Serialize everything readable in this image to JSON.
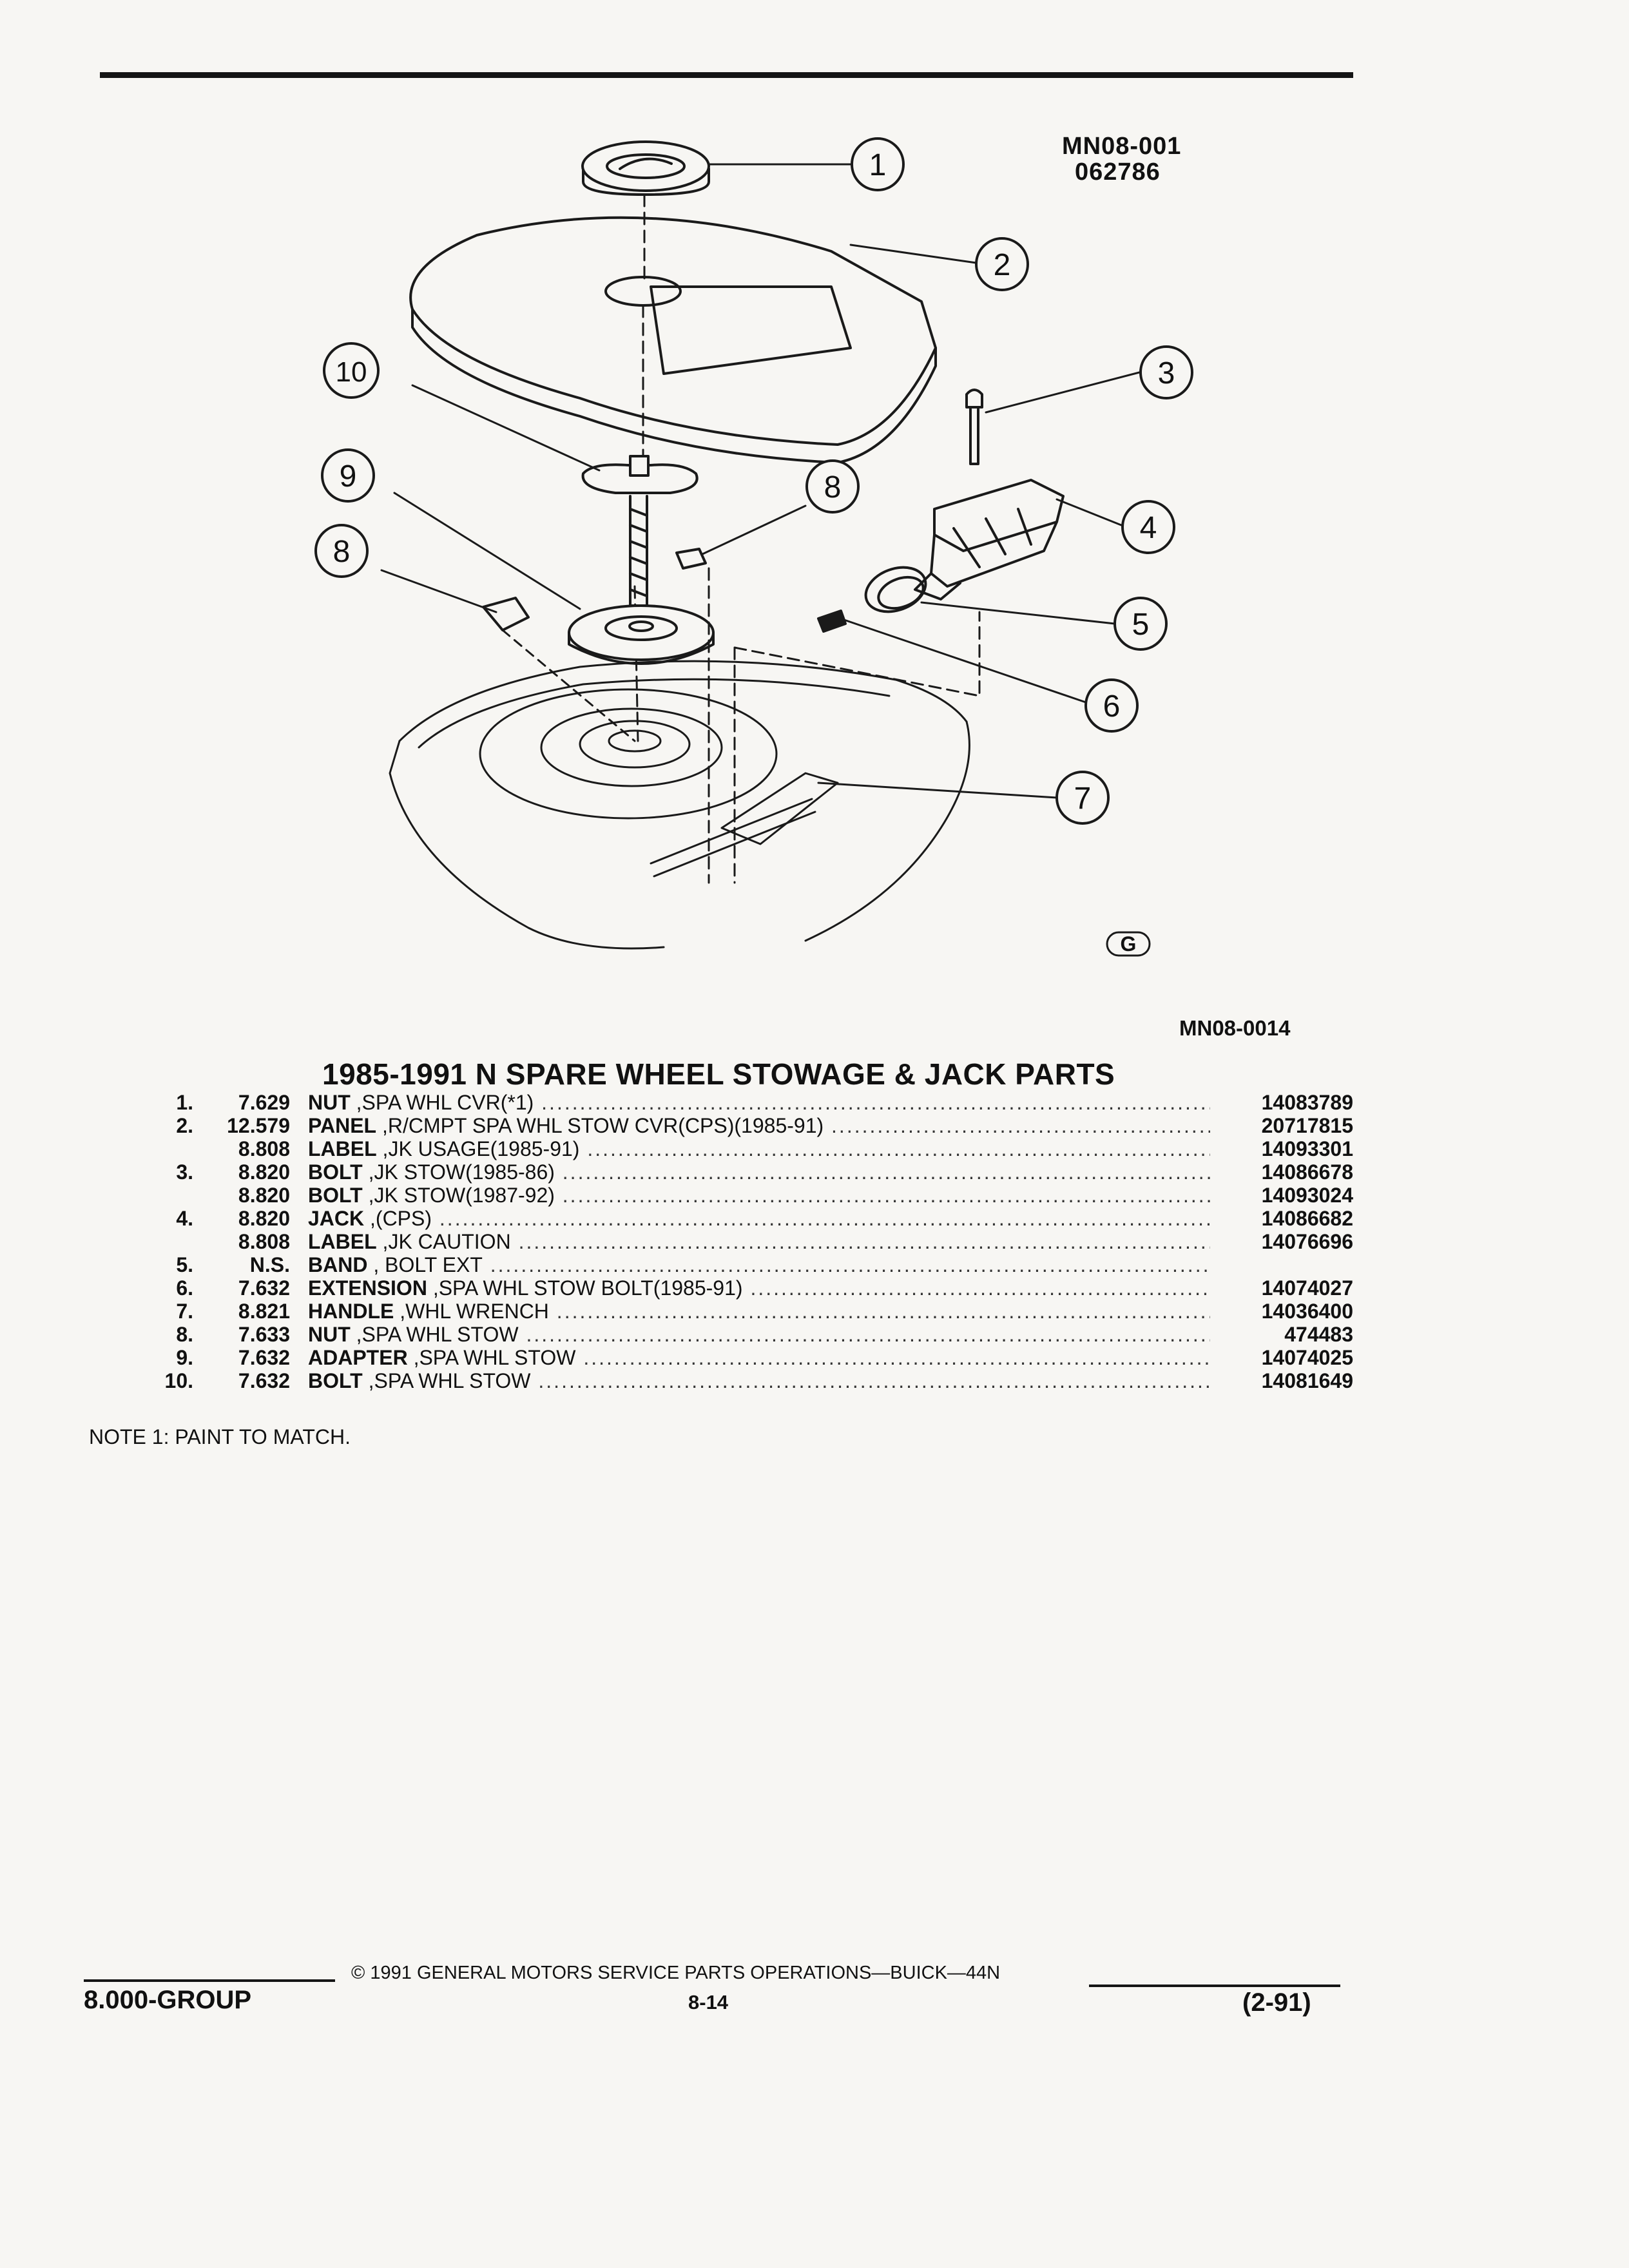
{
  "figure": {
    "code_line1": "MN08-001",
    "code_line2": "062786",
    "figure_id": "MN08-0014",
    "logo_letter": "G",
    "callouts": [
      "1",
      "2",
      "3",
      "4",
      "5",
      "6",
      "7",
      "8",
      "8",
      "9",
      "10"
    ]
  },
  "title": "1985-1991 N SPARE WHEEL STOWAGE & JACK PARTS",
  "parts": [
    {
      "num": "1.",
      "code": "7.629",
      "name": "NUT",
      "desc": ",SPA WHL CVR(*1)",
      "pn": "14083789"
    },
    {
      "num": "2.",
      "code": "12.579",
      "name": "PANEL",
      "desc": ",R/CMPT SPA WHL STOW CVR(CPS)(1985-91)",
      "pn": "20717815"
    },
    {
      "num": "",
      "code": "8.808",
      "name": "LABEL",
      "desc": ",JK USAGE(1985-91)",
      "pn": "14093301"
    },
    {
      "num": "3.",
      "code": "8.820",
      "name": "BOLT",
      "desc": ",JK STOW(1985-86)",
      "pn": "14086678"
    },
    {
      "num": "",
      "code": "8.820",
      "name": "BOLT",
      "desc": ",JK STOW(1987-92)",
      "pn": "14093024"
    },
    {
      "num": "4.",
      "code": "8.820",
      "name": "JACK",
      "desc": ",(CPS)",
      "pn": "14086682"
    },
    {
      "num": "",
      "code": "8.808",
      "name": "LABEL",
      "desc": ",JK CAUTION",
      "pn": "14076696"
    },
    {
      "num": "5.",
      "code": "N.S.",
      "name": "BAND",
      "desc": ", BOLT EXT",
      "pn": ""
    },
    {
      "num": "6.",
      "code": "7.632",
      "name": "EXTENSION",
      "desc": ",SPA WHL STOW BOLT(1985-91)",
      "pn": "14074027"
    },
    {
      "num": "7.",
      "code": "8.821",
      "name": "HANDLE",
      "desc": ",WHL WRENCH",
      "pn": "14036400"
    },
    {
      "num": "8.",
      "code": "7.633",
      "name": "NUT",
      "desc": ",SPA WHL STOW",
      "pn": "474483"
    },
    {
      "num": "9.",
      "code": "7.632",
      "name": "ADAPTER",
      "desc": ",SPA WHL STOW",
      "pn": "14074025"
    },
    {
      "num": "10.",
      "code": "7.632",
      "name": "BOLT",
      "desc": ",SPA WHL STOW",
      "pn": "14081649"
    }
  ],
  "note": "NOTE  1:  PAINT TO MATCH.",
  "footer": {
    "copyright": "© 1991  GENERAL MOTORS SERVICE PARTS OPERATIONS—BUICK—44N",
    "group": "8.000-GROUP",
    "page": "8-14",
    "date": "(2-91)"
  }
}
